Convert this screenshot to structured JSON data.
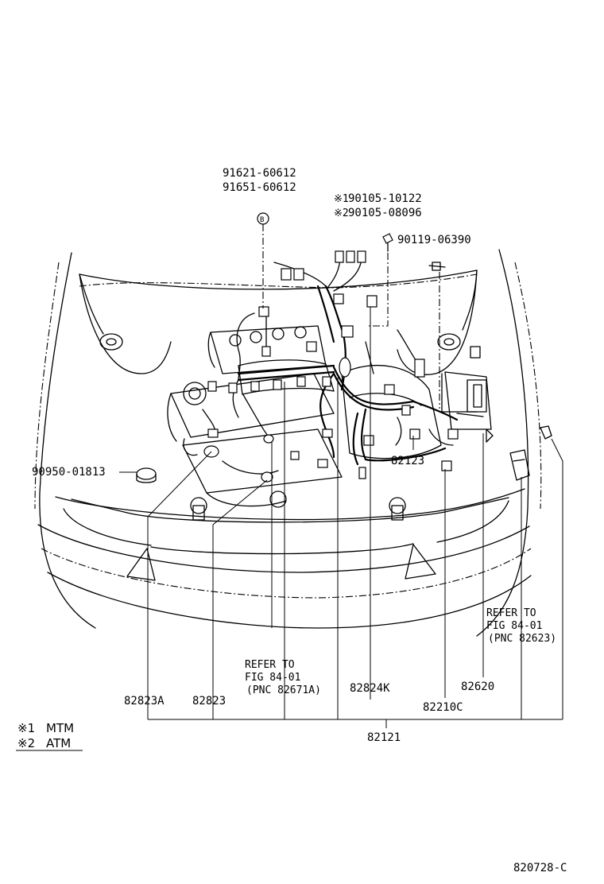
{
  "parts": {
    "p91621": "91621-60612",
    "p91651": "91651-60612",
    "p90105_1": "90105-10122",
    "p90105_2": "90105-08096",
    "p90119": "90119-06390",
    "p90950": "90950-01813",
    "p82123": "82123",
    "p82823A": "82823A",
    "p82823": "82823",
    "p82824K": "82824K",
    "p82620": "82620",
    "p82210C": "82210C",
    "p82121": "82121"
  },
  "callouts": {
    "mark1": "※1",
    "mark2": "※2",
    "bolt_marker": "B"
  },
  "refer_left": {
    "line1": "REFER TO",
    "line2": "FIG 84-01",
    "line3": "(PNC 82671A)"
  },
  "refer_right": {
    "line1": "REFER TO",
    "line2": "FIG 84-01",
    "line3": "(PNC 82623)"
  },
  "legend": [
    {
      "mark": "※1",
      "text": "MTM"
    },
    {
      "mark": "※2",
      "text": "ATM"
    }
  ],
  "figure_id": "820728-C"
}
